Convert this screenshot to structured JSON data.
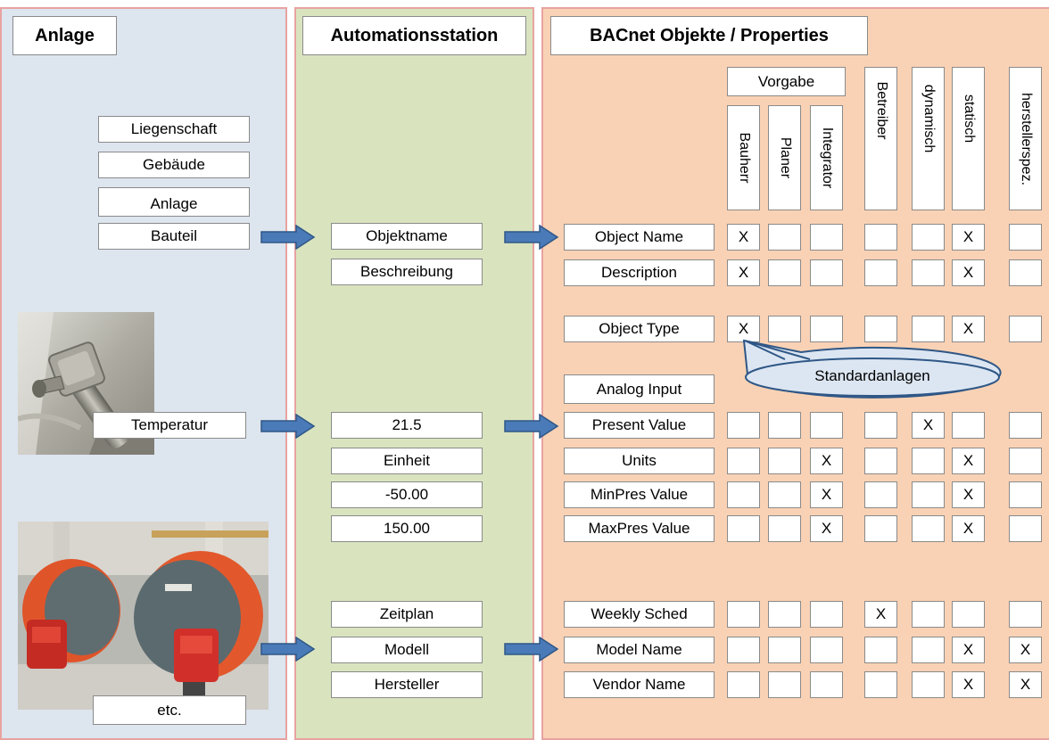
{
  "columns": {
    "anlage": "Anlage",
    "as": "Automationsstation",
    "bacnet": "BACnet Objekte / Properties"
  },
  "anlage": {
    "hierarchy": [
      "Liegenschaft",
      "Gebäude",
      "Anlage",
      "Bauteil"
    ],
    "sensor": "Temperatur",
    "plant": "etc."
  },
  "as": {
    "name_group": [
      "Objektname",
      "Beschreibung"
    ],
    "value_group": [
      "21.5",
      "Einheit",
      "-50.00",
      "150.00"
    ],
    "sched_group": [
      "Zeitplan",
      "Modell",
      "Hersteller"
    ]
  },
  "headers": {
    "vorgabe": "Vorgabe",
    "bauherr": "Bauherr",
    "planer": "Planer",
    "integrator": "Integrator",
    "betreiber": "Betreiber",
    "dynamisch": "dynamisch",
    "statisch": "statisch",
    "herstellerspez": "herstellerspez."
  },
  "callout": "Standardanlagen",
  "analog_input": "Analog Input",
  "properties": [
    {
      "name": "Object Name",
      "marks": [
        "X",
        "",
        "",
        "",
        "",
        "X",
        ""
      ]
    },
    {
      "name": "Description",
      "marks": [
        "X",
        "",
        "",
        "",
        "",
        "X",
        ""
      ]
    },
    {
      "name": "Object Type",
      "marks": [
        "X",
        "",
        "",
        "",
        "",
        "X",
        ""
      ]
    },
    {
      "name": "Present Value",
      "marks": [
        "",
        "",
        "",
        "",
        "X",
        "",
        ""
      ]
    },
    {
      "name": "Units",
      "marks": [
        "",
        "",
        "X",
        "",
        "",
        "X",
        ""
      ]
    },
    {
      "name": "MinPres Value",
      "marks": [
        "",
        "",
        "X",
        "",
        "",
        "X",
        ""
      ]
    },
    {
      "name": "MaxPres Value",
      "marks": [
        "",
        "",
        "X",
        "",
        "",
        "X",
        ""
      ]
    },
    {
      "name": "Weekly Sched",
      "marks": [
        "",
        "",
        "",
        "X",
        "",
        "",
        ""
      ]
    },
    {
      "name": "Model Name",
      "marks": [
        "",
        "",
        "",
        "",
        "",
        "X",
        "X"
      ]
    },
    {
      "name": "Vendor Name",
      "marks": [
        "",
        "",
        "",
        "",
        "",
        "X",
        "X"
      ]
    }
  ],
  "colors": {
    "arrow": "#4a7ab8",
    "arrow_border": "#2f5786",
    "panel_anlage": "#dde5ef",
    "panel_as": "#d9e4bf",
    "panel_bacnet": "#f9d2b5",
    "callout": "#dce6f2"
  }
}
